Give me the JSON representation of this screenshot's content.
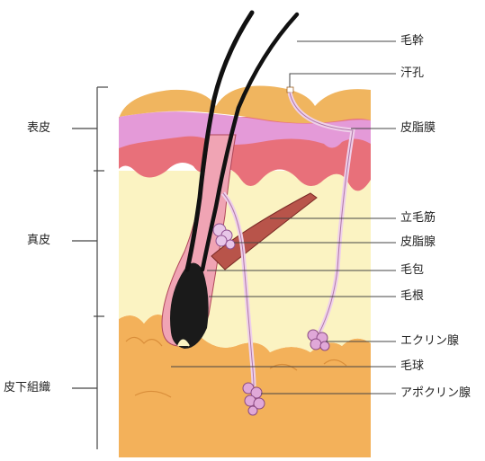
{
  "layers": {
    "epidermis": "表皮",
    "dermis": "真皮",
    "subcutaneous": "皮下組織"
  },
  "parts": {
    "hair_shaft": "毛幹",
    "sweat_pore": "汗孔",
    "sebum_film": "皮脂膜",
    "arrector_pili": "立毛筋",
    "sebaceous_gland": "皮脂腺",
    "hair_follicle": "毛包",
    "hair_root": "毛根",
    "eccrine_gland": "エクリン腺",
    "hair_bulb": "毛球",
    "apocrine_gland": "アポクリン腺"
  },
  "colors": {
    "subcutaneous": "#f3b15a",
    "dermis": "#fbf3c2",
    "epidermis_pink": "#e8707a",
    "sebum": "#e49ad8",
    "skin_top": "#f0b55f",
    "hair": "#111111",
    "gland": "#d88fca"
  }
}
